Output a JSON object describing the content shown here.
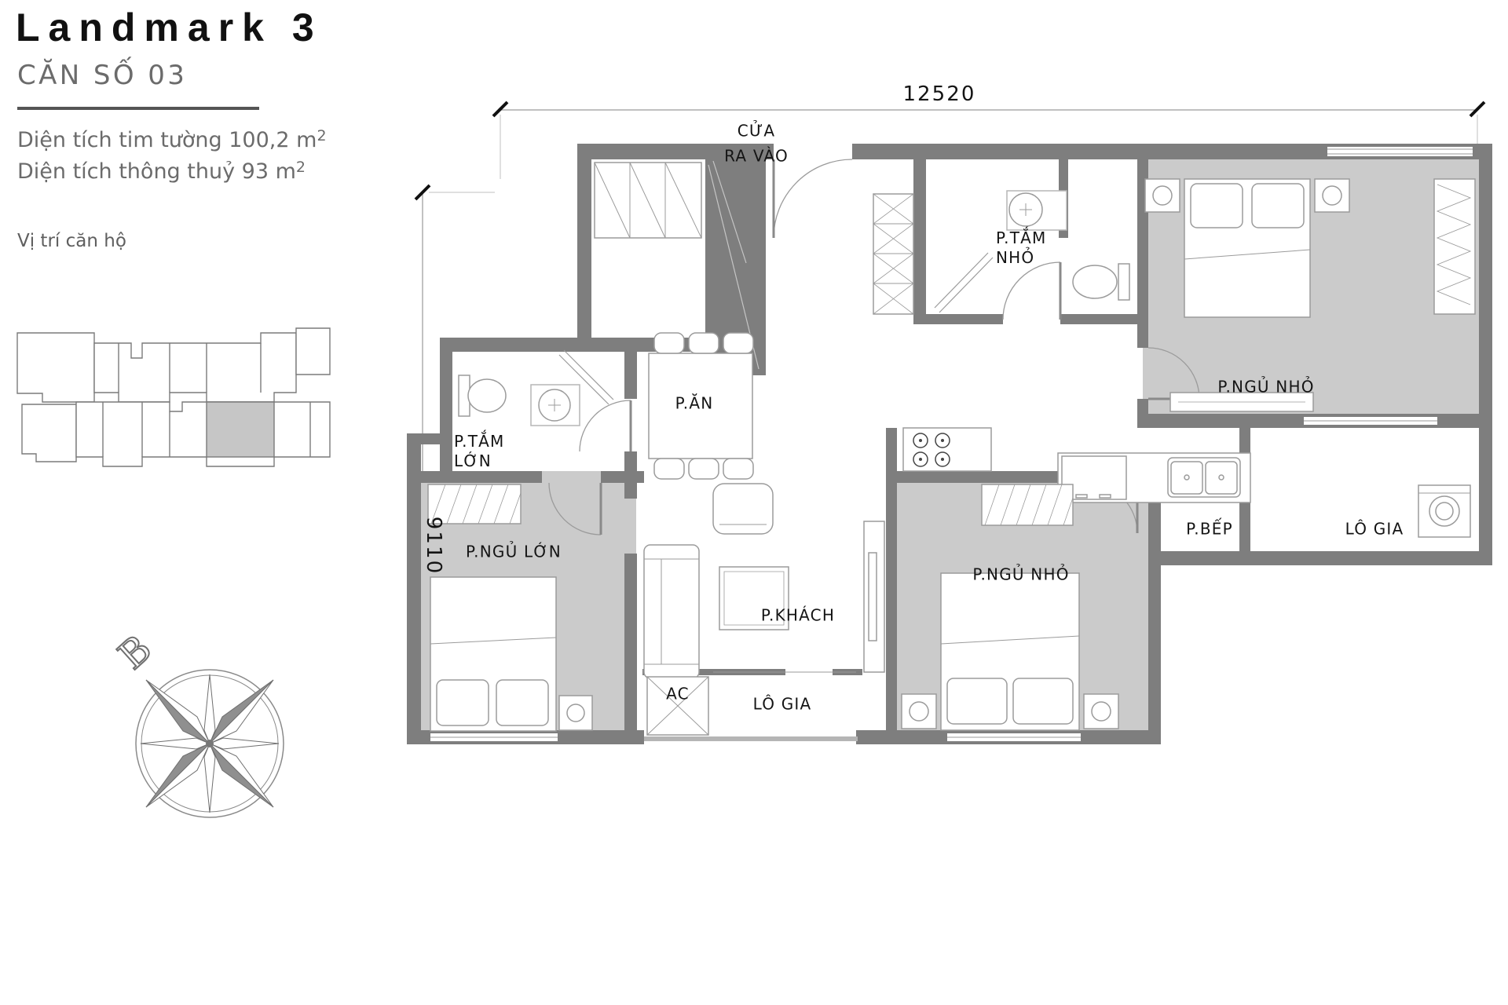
{
  "header": {
    "title": "Landmark 3",
    "unit": "CĂN SỐ 03",
    "area_line1": "Diện tích tim tường 100,2 m",
    "area_line2": "Diện tích thông thuỷ 93 m",
    "sup": "2",
    "location_label": "Vị trí căn hộ"
  },
  "compass": {
    "north": "B"
  },
  "dimensions": {
    "width": "12520",
    "height": "9110"
  },
  "labels": {
    "entrance_l1": "CỬA",
    "entrance_l2": "RA VÀO",
    "bath_small_l1": "P.TẮM",
    "bath_small_l2": "NHỎ",
    "bedroom_small_top": "P.NGỦ NHỎ",
    "dining": "P.ĂN",
    "bath_large_l1": "P.TẮM",
    "bath_large_l2": "LỚN",
    "kitchen": "P.BẾP",
    "loggia_right": "LÔ GIA",
    "bedroom_large": "P.NGỦ LỚN",
    "living": "P.KHÁCH",
    "ac": "AC",
    "loggia_bottom": "LÔ GIA",
    "bedroom_small_bottom": "P.NGỦ NHỎ"
  },
  "colors": {
    "wall": "#7e7e7e",
    "bedroom_floor": "#cbcbcb",
    "highlight_unit": "#c6c6c6",
    "text_primary": "#141414",
    "text_secondary": "#6b6b6b"
  }
}
